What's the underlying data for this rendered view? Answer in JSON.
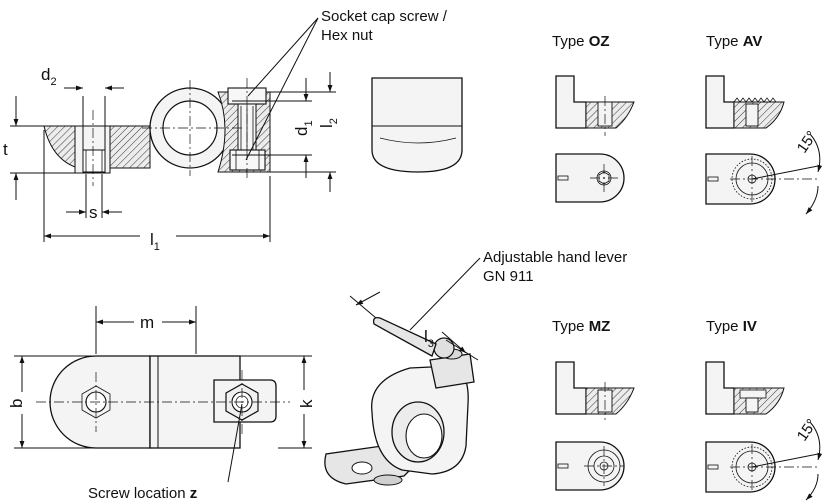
{
  "callouts": {
    "screw_nut_line1": "Socket cap screw /",
    "screw_nut_line2": "Hex nut",
    "hand_lever_line1": "Adjustable hand lever",
    "hand_lever_line2": "GN 911",
    "screw_location_prefix": "Screw location ",
    "screw_location_var": "z"
  },
  "dimensions": {
    "d2": "d",
    "d2_sub": "2",
    "t": "t",
    "s": "s",
    "l1": "l",
    "l1_sub": "1",
    "d1": "d",
    "d1_sub": "1",
    "l2": "l",
    "l2_sub": "2",
    "m": "m",
    "b": "b",
    "k": "k",
    "l3": "l",
    "l3_sub": "3"
  },
  "types": [
    {
      "prefix": "Type ",
      "code": "OZ"
    },
    {
      "prefix": "Type ",
      "code": "AV"
    },
    {
      "prefix": "Type ",
      "code": "MZ"
    },
    {
      "prefix": "Type ",
      "code": "IV"
    }
  ],
  "angles": {
    "av": "15°",
    "iv": "15°"
  }
}
